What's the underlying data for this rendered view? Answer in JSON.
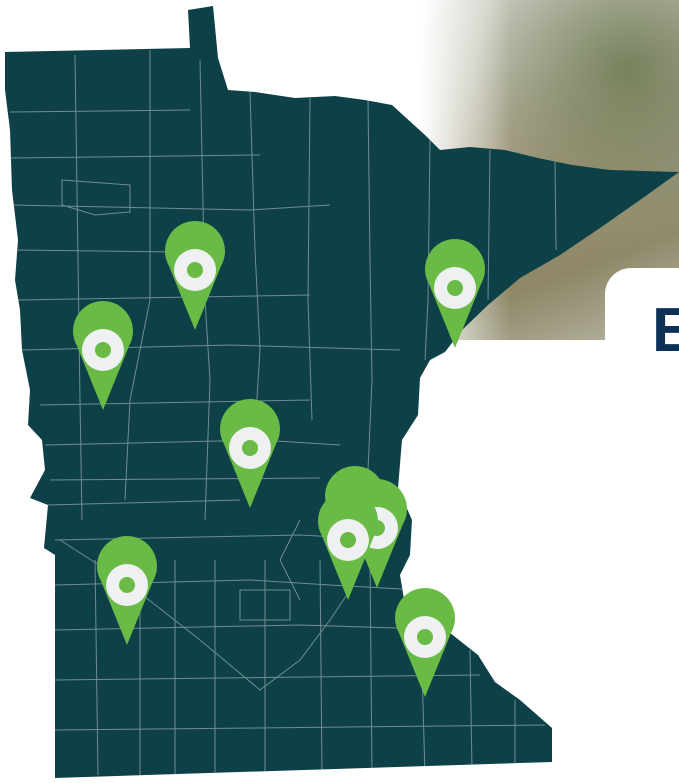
{
  "heading": {
    "partial_text": "E"
  },
  "colors": {
    "state_fill": "#0d4147",
    "county_line": "#6f8d91",
    "pin_green": "#6abb46",
    "pin_center": "#eef0f2",
    "heading": "#0d3154"
  },
  "map": {
    "region": "Minnesota",
    "pins": [
      {
        "name": "pin-northwest-central",
        "icon": "map-pin-icon"
      },
      {
        "name": "pin-west-central",
        "icon": "map-pin-icon"
      },
      {
        "name": "pin-northeast",
        "icon": "map-pin-icon"
      },
      {
        "name": "pin-central",
        "icon": "map-pin-icon"
      },
      {
        "name": "pin-metro-1",
        "icon": "map-pin-icon"
      },
      {
        "name": "pin-metro-2",
        "icon": "map-pin-icon"
      },
      {
        "name": "pin-metro-3",
        "icon": "map-pin-icon"
      },
      {
        "name": "pin-southwest",
        "icon": "map-pin-icon"
      },
      {
        "name": "pin-southeast",
        "icon": "map-pin-icon"
      }
    ]
  }
}
